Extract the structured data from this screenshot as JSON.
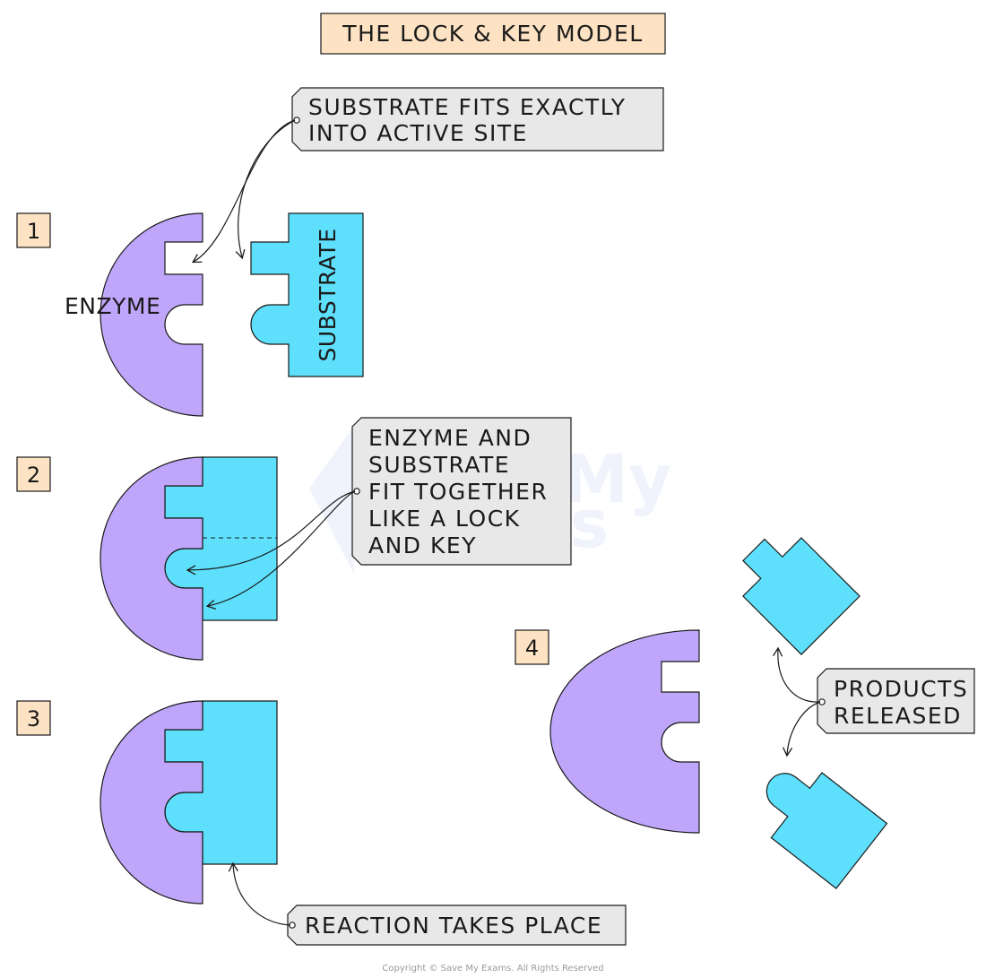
{
  "title": "THE LOCK & KEY MODEL",
  "steps": {
    "s1": "1",
    "s2": "2",
    "s3": "3",
    "s4": "4"
  },
  "labels": {
    "enzyme": "ENZYME",
    "substrate": "SUBSTRATE"
  },
  "callouts": {
    "fits_line1": "SUBSTRATE FITS EXACTLY",
    "fits_line2": "INTO ACTIVE SITE",
    "together_line1": "ENZYME AND",
    "together_line2": "SUBSTRATE",
    "together_line3": "FIT TOGETHER",
    "together_line4": "LIKE A LOCK",
    "together_line5": "AND KEY",
    "reaction": "REACTION TAKES PLACE",
    "products_line1": "PRODUCTS",
    "products_line2": "RELEASED"
  },
  "watermark": {
    "line1": "Save My",
    "line2": "Exams"
  },
  "copyright": "Copyright © Save My Exams. All Rights Reserved",
  "colors": {
    "enzyme": "#c0a6fb",
    "substrate": "#5ee0fc",
    "step_box": "#fde3c3",
    "title_box": "#fde3c3",
    "callout_box": "#e8e8e8",
    "outline": "#1a1a1a"
  }
}
